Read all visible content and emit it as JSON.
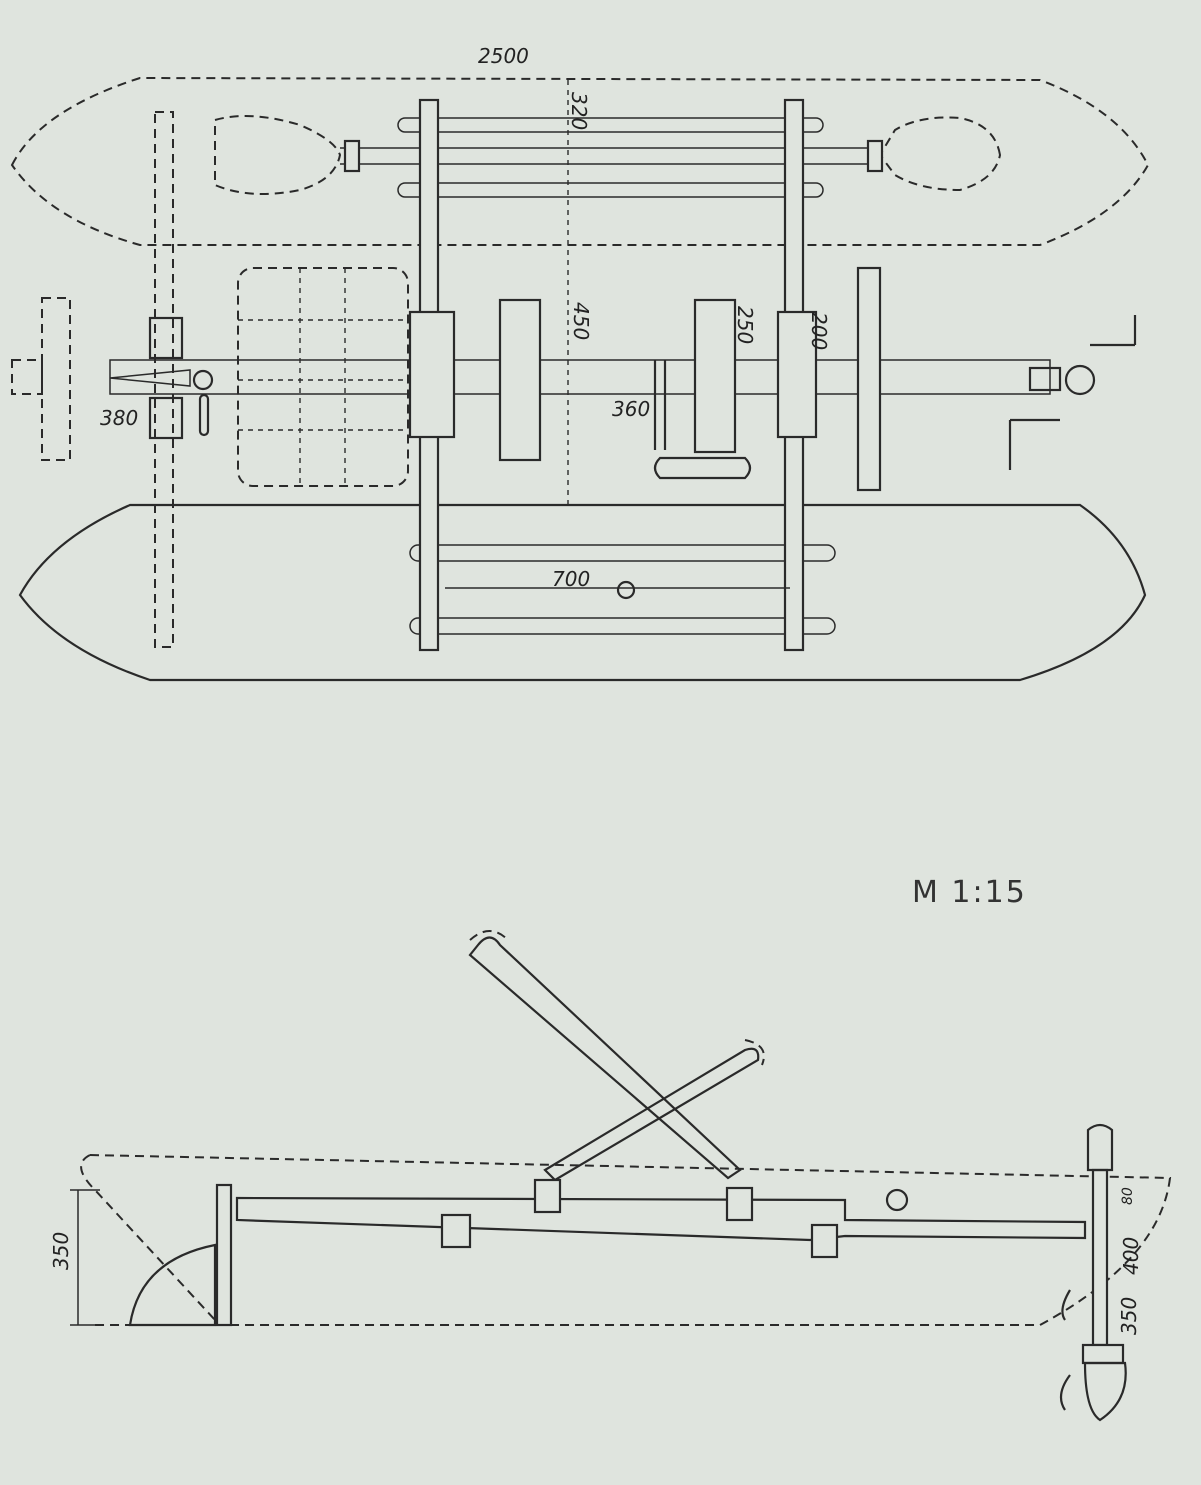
{
  "drawing": {
    "scale_label": "M 1:15",
    "top_view": {
      "dimensions": {
        "overall_length": "2500",
        "float_gap": "320",
        "hull_spacing": "450",
        "wheel_width": "250",
        "crossbar_width": "200",
        "rudder_offset": "380",
        "crank_offset": "360",
        "crossbar_spacing": "700"
      }
    },
    "side_view": {
      "dimensions": {
        "float_height": "350",
        "rudder_top": "80",
        "rudder_mid": "400",
        "rudder_bottom": "350"
      }
    }
  }
}
